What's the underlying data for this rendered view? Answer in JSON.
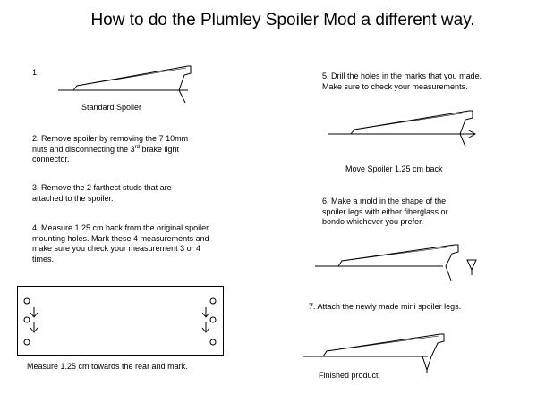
{
  "title": "How to do the Plumley Spoiler Mod a different way.",
  "left_column": {
    "step1": {
      "number": "1.",
      "caption": "Standard Spoiler"
    },
    "step2": {
      "text_before": "2.  Remove spoiler by removing the 7 10mm nuts and disconnecting the 3",
      "superscript": "rd",
      "text_after": " brake light connector."
    },
    "step3": {
      "text": "3. Remove the 2 farthest studs that are attached to the spoiler."
    },
    "step4": {
      "text": "4.  Measure 1.25 cm back from the original spoiler mounting holes.  Mark these 4 measurements and make sure you check your measurement 3 or 4 times."
    },
    "diagram": {
      "caption": "Measure 1.25 cm towards the rear and mark."
    }
  },
  "right_column": {
    "step5": {
      "text": "5.  Drill the holes in the marks that you made.  Make sure to check your measurements.",
      "caption": "Move Spoiler 1.25 cm back"
    },
    "step6": {
      "text": "6.  Make a mold in the shape of the spoiler legs with either fiberglass or bondo whichever you prefer."
    },
    "step7": {
      "text": "7.  Attach the newly made mini spoiler legs.",
      "caption": "Finished product."
    }
  }
}
